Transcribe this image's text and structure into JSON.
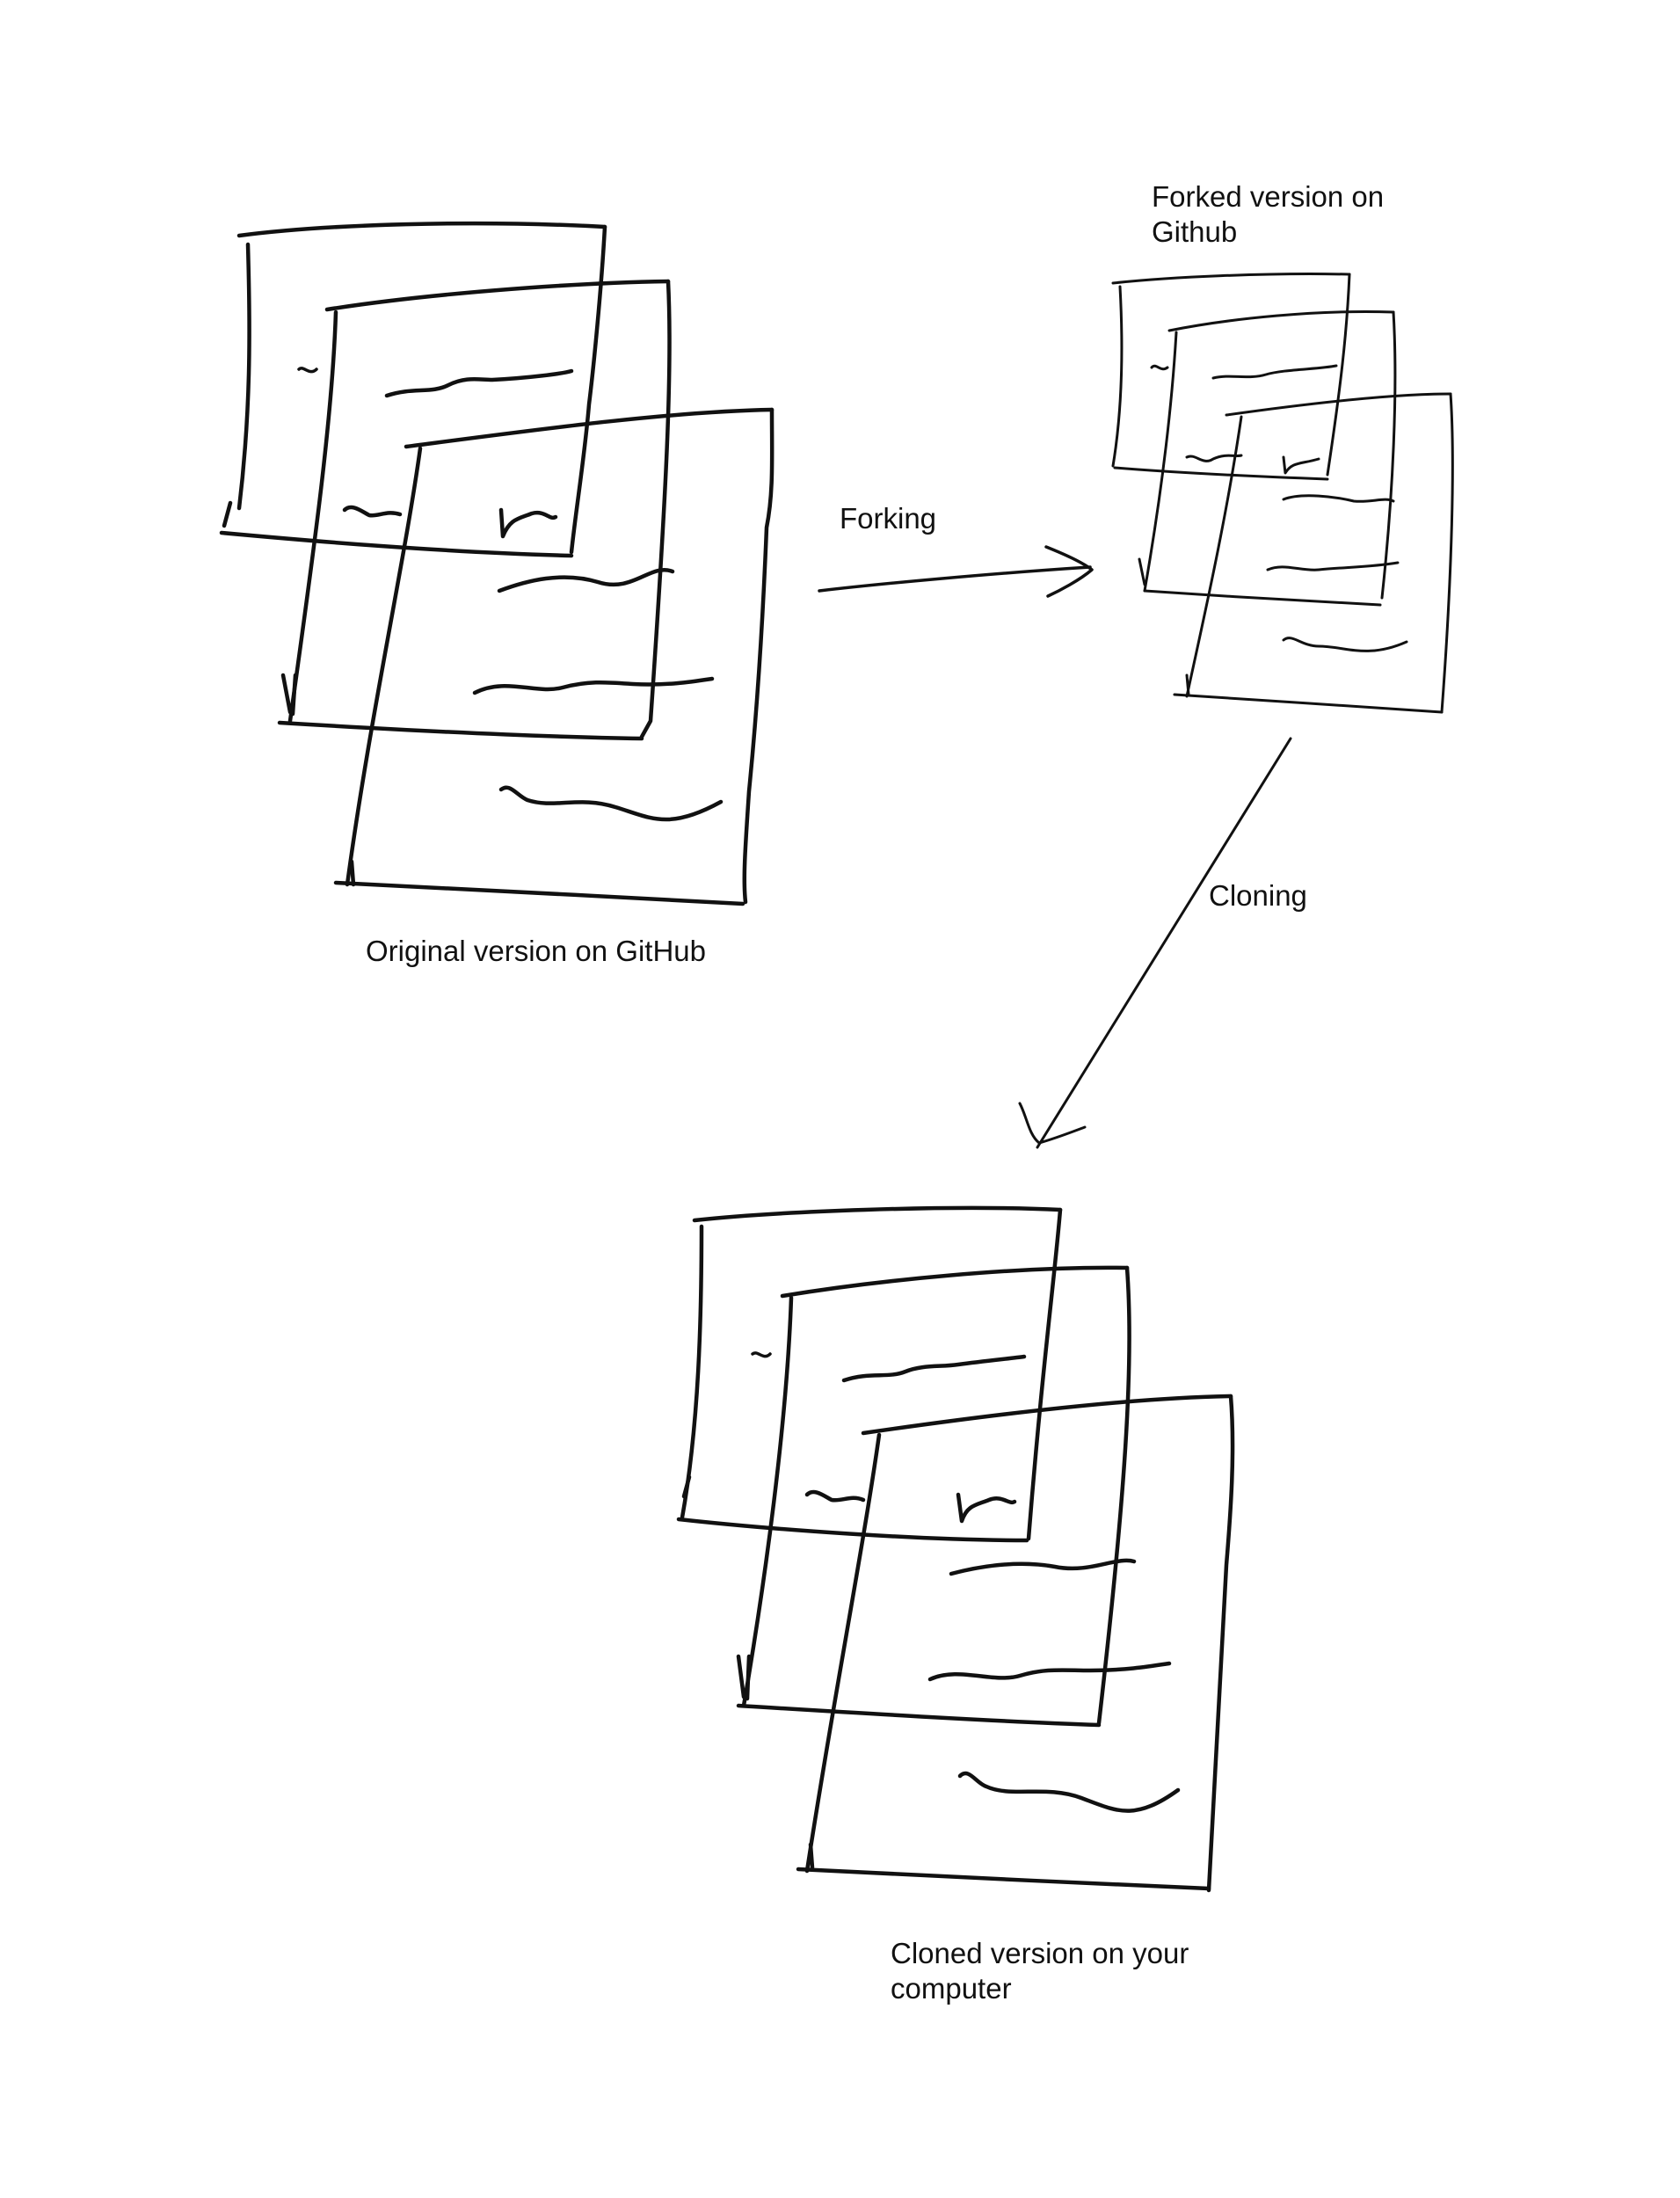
{
  "labels": {
    "original": "Original version on GitHub",
    "forked_line1": "Forked version on",
    "forked_line2": "Github",
    "forking": "Forking",
    "cloning": "Cloning",
    "cloned_line1": "Cloned version on your",
    "cloned_line2": "computer"
  },
  "colors": {
    "ink": "#111111",
    "background": "#ffffff"
  }
}
